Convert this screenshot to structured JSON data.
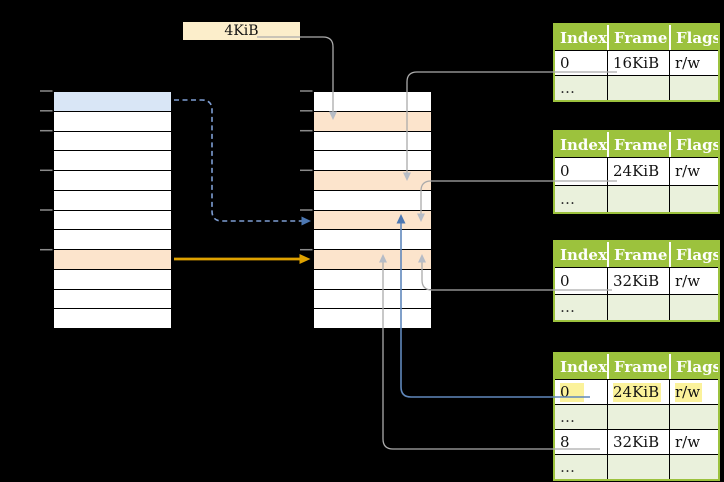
{
  "labels": {
    "page_size": "4KiB"
  },
  "memory": {
    "left_column": {
      "rows": 12,
      "highlighted_rows": [
        {
          "index": 0,
          "color_key": "blue_row"
        },
        {
          "index": 8,
          "color_key": "orange_row"
        }
      ]
    },
    "middle_column": {
      "rows": 12,
      "highlighted_rows": [
        {
          "index": 1,
          "color_key": "orange_row"
        },
        {
          "index": 4,
          "color_key": "orange_row"
        },
        {
          "index": 6,
          "color_key": "orange_row"
        },
        {
          "index": 8,
          "color_key": "orange_row"
        }
      ]
    },
    "tick_row_boundaries": [
      0,
      1,
      2,
      4,
      6,
      8
    ]
  },
  "page_tables": [
    {
      "name": "page-table-1",
      "headers": [
        "Index",
        "Frame",
        "Flags"
      ],
      "rows": [
        {
          "cells": [
            "0",
            "16KiB",
            "r/w"
          ]
        },
        {
          "cells": [
            "…",
            "",
            ""
          ],
          "shaded": true
        }
      ]
    },
    {
      "name": "page-table-2",
      "headers": [
        "Index",
        "Frame",
        "Flags"
      ],
      "rows": [
        {
          "cells": [
            "0",
            "24KiB",
            "r/w"
          ]
        },
        {
          "cells": [
            "…",
            "",
            ""
          ],
          "shaded": true
        }
      ]
    },
    {
      "name": "page-table-3",
      "headers": [
        "Index",
        "Frame",
        "Flags"
      ],
      "rows": [
        {
          "cells": [
            "0",
            "32KiB",
            "r/w"
          ]
        },
        {
          "cells": [
            "…",
            "",
            ""
          ],
          "shaded": true
        }
      ]
    },
    {
      "name": "page-table-4",
      "headers": [
        "Index",
        "Frame",
        "Flags"
      ],
      "rows": [
        {
          "cells": [
            "0",
            "24KiB",
            "r/w"
          ],
          "highlighted": true
        },
        {
          "cells": [
            "…",
            "",
            ""
          ],
          "shaded": true
        },
        {
          "cells": [
            "8",
            "32KiB",
            "r/w"
          ]
        },
        {
          "cells": [
            "…",
            "",
            ""
          ],
          "shaded": true
        }
      ]
    }
  ],
  "colors": {
    "background": "#000000",
    "blue_row": "#D9E6F6",
    "orange_row": "#FCE4CC",
    "page_size_box": "#FCEECB",
    "table_header_green": "#9CC23D",
    "table_row_green": "#EAF1DC",
    "highlight_yellow": "#FBF29B",
    "gray_line": "#ABABAB",
    "gray_arrowhead": "#B6BCC6",
    "blue_line": "#6088BC",
    "blue_dashed": "#7D9DD2",
    "blue_arrowhead": "#4C77B2",
    "gold_arrow": "#DFA200",
    "tick_gray": "#8A8A8A"
  }
}
